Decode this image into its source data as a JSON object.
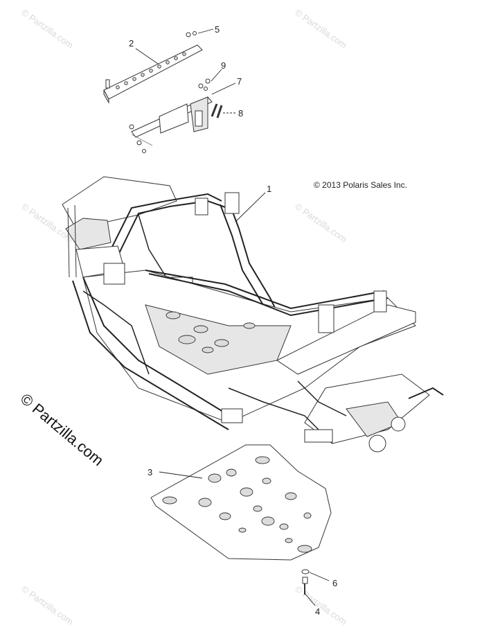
{
  "copyright": "© 2013 Polaris Sales Inc.",
  "watermark_big": "© Partzilla.com",
  "watermarks": [
    "© Partzilla.com",
    "© Partzilla.com",
    "© Partzilla.com",
    "© Partzilla.com",
    "© Partzilla.com",
    "© Partzilla.com"
  ],
  "callouts": [
    {
      "id": "1",
      "label": "1"
    },
    {
      "id": "2",
      "label": "2"
    },
    {
      "id": "3",
      "label": "3"
    },
    {
      "id": "4",
      "label": "4"
    },
    {
      "id": "5",
      "label": "5"
    },
    {
      "id": "6",
      "label": "6"
    },
    {
      "id": "7",
      "label": "7"
    },
    {
      "id": "8",
      "label": "8"
    },
    {
      "id": "9",
      "label": "9"
    }
  ]
}
